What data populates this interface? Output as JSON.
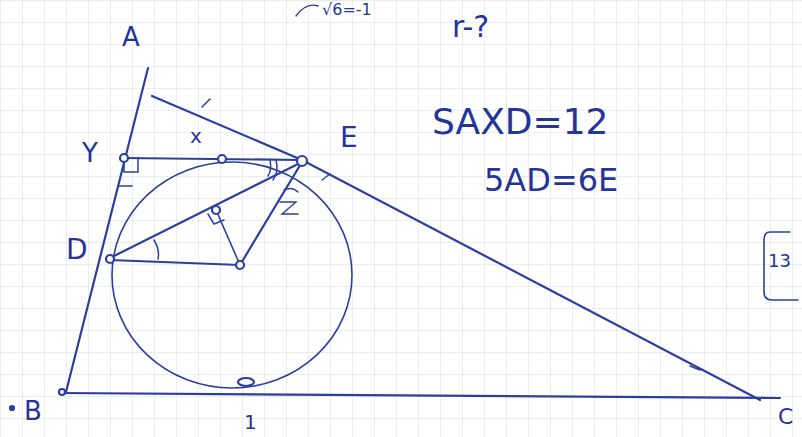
{
  "diagram": {
    "labels": [
      "√6=-1",
      "r-?",
      "A",
      "Y",
      "x",
      "E",
      "SAXD=12",
      "5AD=6E",
      "13",
      "D",
      "B",
      "1",
      "C"
    ]
  }
}
